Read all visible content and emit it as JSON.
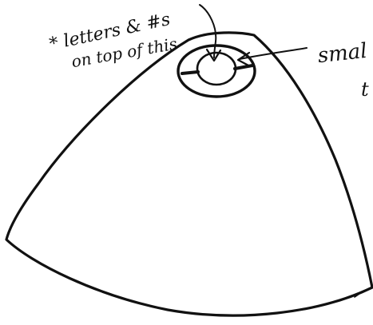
{
  "annotations": {
    "top_left_line1": "* letters & #s",
    "top_left_line2": "on top of this",
    "right_note_fragment": "smal",
    "right_note_second_line": "t"
  },
  "icons": {
    "arrow_down": "arrow-down-icon",
    "arrow_left": "arrow-left-icon",
    "knob": "knob-icon"
  },
  "colors": {
    "ink": "#111111",
    "paper": "#ffffff"
  }
}
